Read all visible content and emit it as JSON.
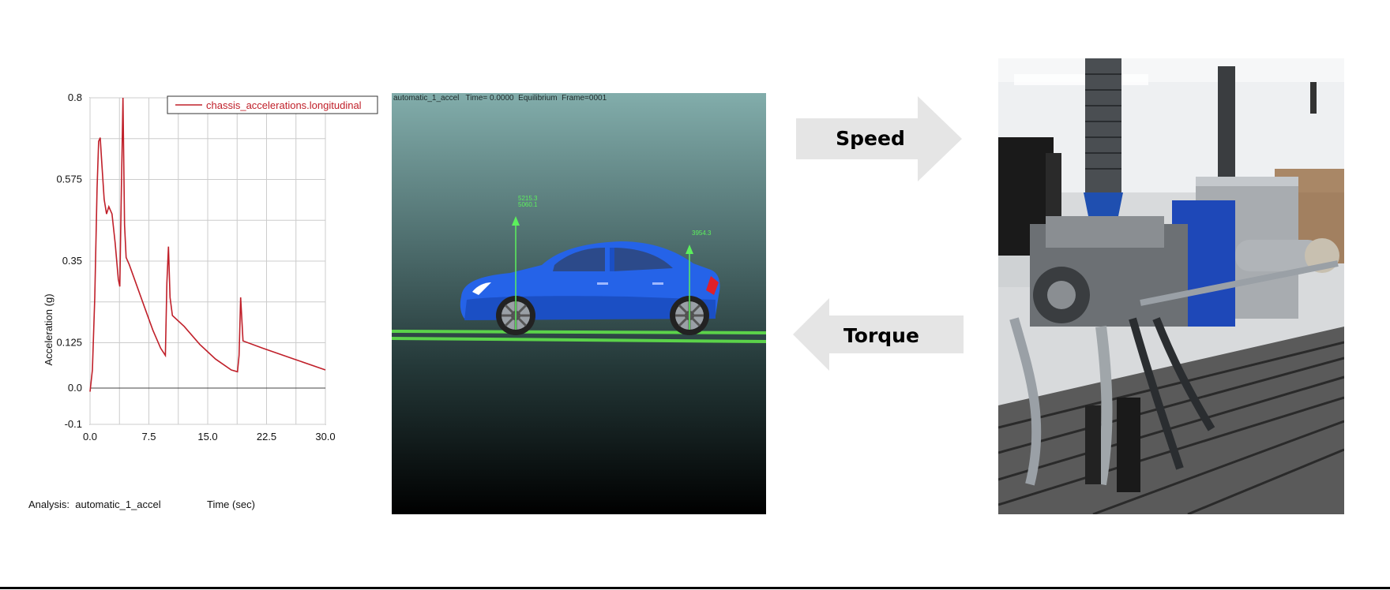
{
  "colors": {
    "series": "#c0202a",
    "grid": "#cccccc",
    "arrow_fill": "#e5e5e5",
    "car_body": "#2563e8",
    "force_vector": "#5cf05c"
  },
  "chart_data": {
    "type": "line",
    "title": "",
    "xlabel": "Time (sec)",
    "ylabel": "Acceleration (g)",
    "xlim": [
      0.0,
      30.0
    ],
    "ylim": [
      -0.1,
      0.8
    ],
    "x_ticks": [
      "0.0",
      "7.5",
      "15.0",
      "22.5",
      "30.0"
    ],
    "y_ticks": [
      "0.8",
      "0.575",
      "0.35",
      "0.125",
      "0.0",
      "-0.1"
    ],
    "grid": true,
    "legend_position": "top-right",
    "analysis_label": "Analysis:  automatic_1_accel",
    "series": [
      {
        "name": "chassis_accelerations.longitudinal",
        "x": [
          0.0,
          0.3,
          0.6,
          0.9,
          1.1,
          1.3,
          1.5,
          1.8,
          2.1,
          2.4,
          2.8,
          3.2,
          3.6,
          3.8,
          4.0,
          4.2,
          4.4,
          4.6,
          5.0,
          6.0,
          7.0,
          8.0,
          9.0,
          9.6,
          9.8,
          10.0,
          10.2,
          10.5,
          12.0,
          14.0,
          16.0,
          18.0,
          18.8,
          19.0,
          19.2,
          19.5,
          22.0,
          26.0,
          30.0
        ],
        "y": [
          -0.01,
          0.05,
          0.25,
          0.55,
          0.68,
          0.69,
          0.62,
          0.52,
          0.48,
          0.5,
          0.48,
          0.4,
          0.3,
          0.28,
          0.55,
          0.8,
          0.45,
          0.36,
          0.34,
          0.28,
          0.22,
          0.16,
          0.11,
          0.09,
          0.29,
          0.39,
          0.25,
          0.2,
          0.17,
          0.12,
          0.08,
          0.05,
          0.045,
          0.09,
          0.25,
          0.13,
          0.11,
          0.08,
          0.05
        ]
      }
    ]
  },
  "simulation": {
    "status_text": "automatic_1_accel   Time= 0.0000  Equilibrium  Frame=0001",
    "front_force_top": "5215.3",
    "front_force_bottom": "5060.1",
    "rear_force": "3954.3"
  },
  "arrows": {
    "speed_label": "Speed",
    "torque_label": "Torque"
  },
  "photo": {
    "subject": "engine-dynamometer-photo"
  }
}
